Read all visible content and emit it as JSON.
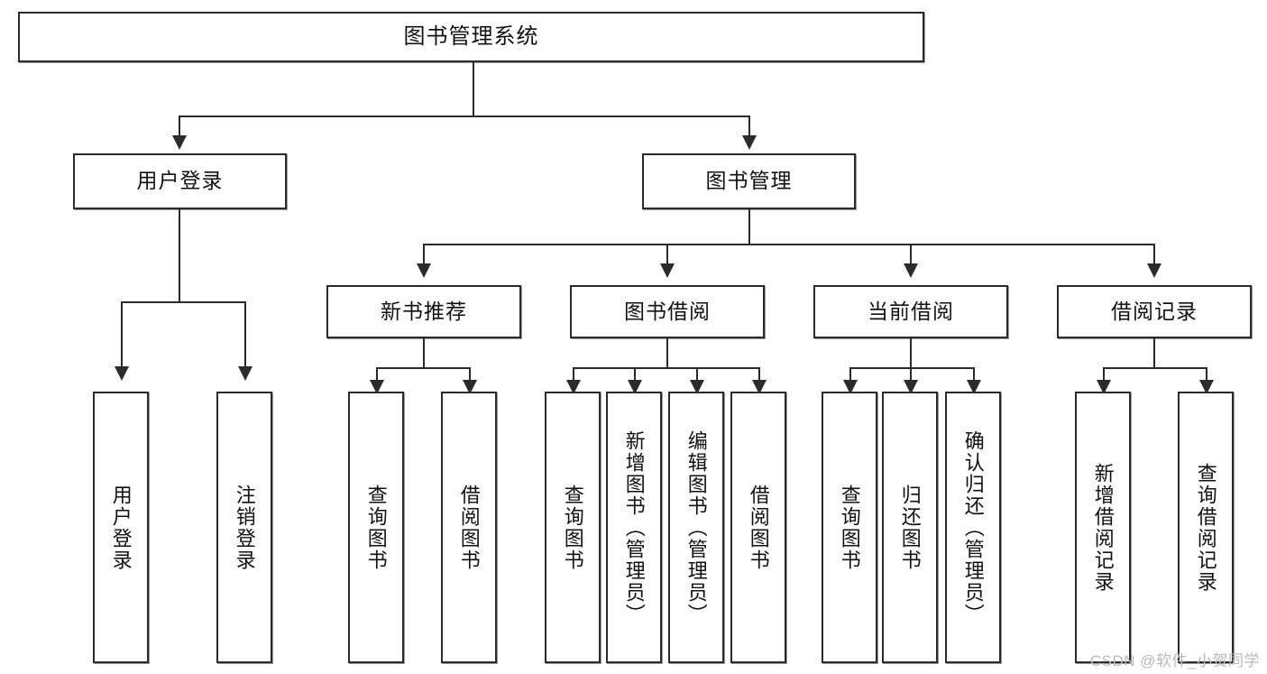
{
  "diagram": {
    "title": "图书管理系统",
    "type": "tree",
    "root": {
      "label": "图书管理系统"
    },
    "level2": [
      {
        "id": "user-login",
        "label": "用户登录"
      },
      {
        "id": "book-management",
        "label": "图书管理"
      }
    ],
    "level3": [
      {
        "id": "new-book-recommend",
        "label": "新书推荐",
        "parent": "book-management"
      },
      {
        "id": "book-borrow",
        "label": "图书借阅",
        "parent": "book-management"
      },
      {
        "id": "current-borrow",
        "label": "当前借阅",
        "parent": "book-management"
      },
      {
        "id": "borrow-record",
        "label": "借阅记录",
        "parent": "book-management"
      }
    ],
    "leaves": [
      {
        "id": "leaf-user-login",
        "label": "用户登录",
        "parent": "user-login"
      },
      {
        "id": "leaf-logout",
        "label": "注销登录",
        "parent": "user-login"
      },
      {
        "id": "leaf-query-book-1",
        "label": "查询图书",
        "parent": "new-book-recommend"
      },
      {
        "id": "leaf-borrow-book-1",
        "label": "借阅图书",
        "parent": "new-book-recommend"
      },
      {
        "id": "leaf-query-book-2",
        "label": "查询图书",
        "parent": "book-borrow"
      },
      {
        "id": "leaf-add-book",
        "label": "新增图书（管理员）",
        "parent": "book-borrow"
      },
      {
        "id": "leaf-edit-book",
        "label": "编辑图书（管理员）",
        "parent": "book-borrow"
      },
      {
        "id": "leaf-borrow-book-2",
        "label": "借阅图书",
        "parent": "book-borrow"
      },
      {
        "id": "leaf-query-book-3",
        "label": "查询图书",
        "parent": "current-borrow"
      },
      {
        "id": "leaf-return-book",
        "label": "归还图书",
        "parent": "current-borrow"
      },
      {
        "id": "leaf-confirm-return",
        "label": "确认归还（管理员）",
        "parent": "current-borrow"
      },
      {
        "id": "leaf-add-record",
        "label": "新增借阅记录",
        "parent": "borrow-record"
      },
      {
        "id": "leaf-query-record",
        "label": "查询借阅记录",
        "parent": "borrow-record"
      }
    ]
  },
  "watermark": {
    "text": "CSDN @软件_小贺同学"
  },
  "colors": {
    "stroke": "#2b2b2b",
    "background": "#ffffff",
    "text": "#111111",
    "watermark": "#b9b9b9"
  }
}
